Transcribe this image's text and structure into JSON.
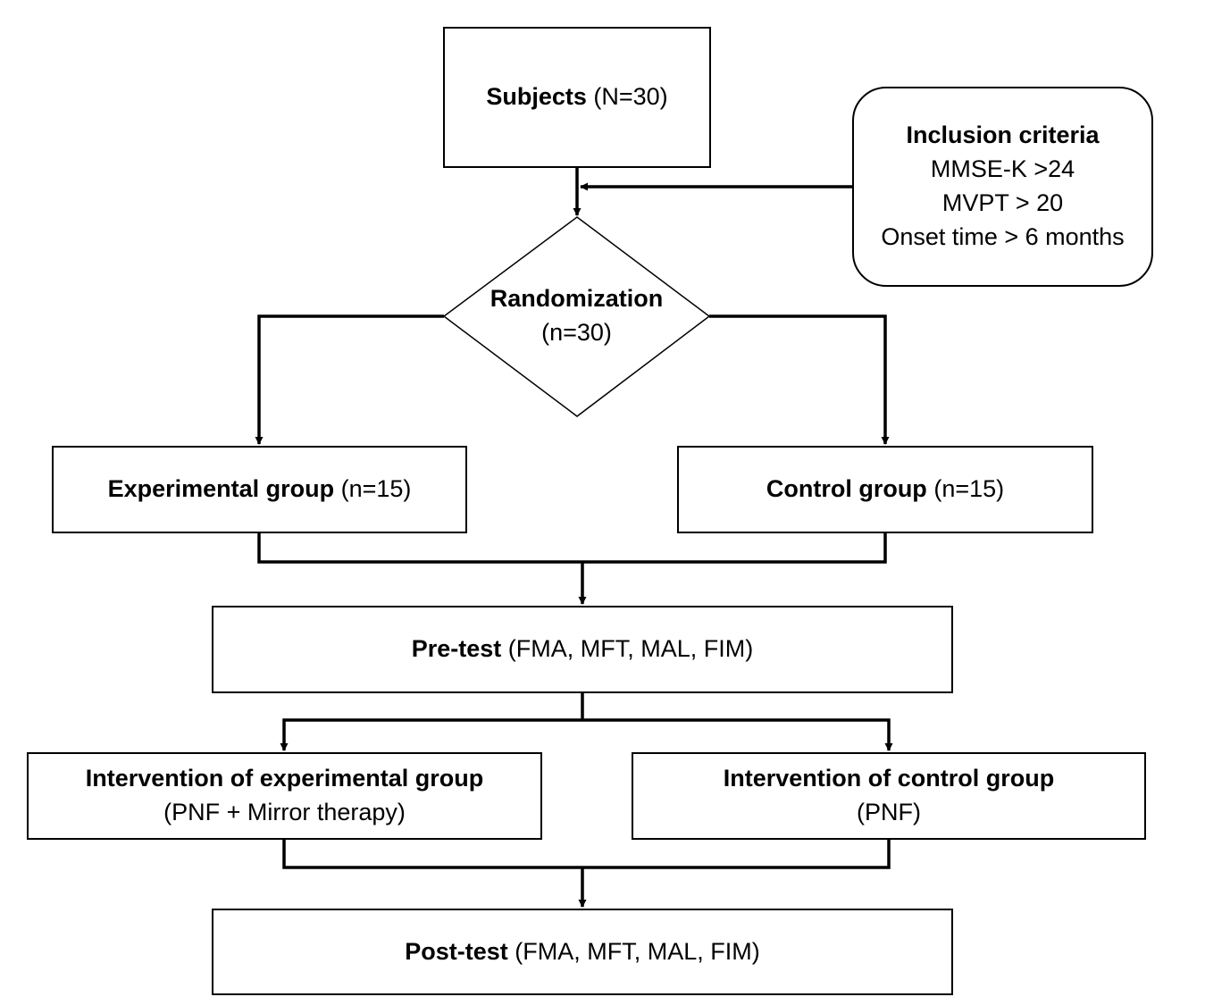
{
  "subjects": {
    "label": "Subjects",
    "detail": "(N=30)"
  },
  "inclusion": {
    "title": "Inclusion criteria",
    "criteria": [
      "MMSE-K >24",
      "MVPT > 20",
      "Onset time > 6 months"
    ]
  },
  "randomization": {
    "label": "Randomization",
    "detail": "(n=30)"
  },
  "experimental_group": {
    "label": "Experimental group",
    "detail": "(n=15)"
  },
  "control_group": {
    "label": "Control group",
    "detail": "(n=15)"
  },
  "pre_test": {
    "label": "Pre-test",
    "detail": "(FMA, MFT, MAL, FIM)"
  },
  "intervention_experimental": {
    "label": "Intervention of experimental group",
    "detail": "(PNF + Mirror therapy)"
  },
  "intervention_control": {
    "label": "Intervention of control group",
    "detail": "(PNF)"
  },
  "post_test": {
    "label": "Post-test",
    "detail": "(FMA, MFT, MAL, FIM)"
  }
}
